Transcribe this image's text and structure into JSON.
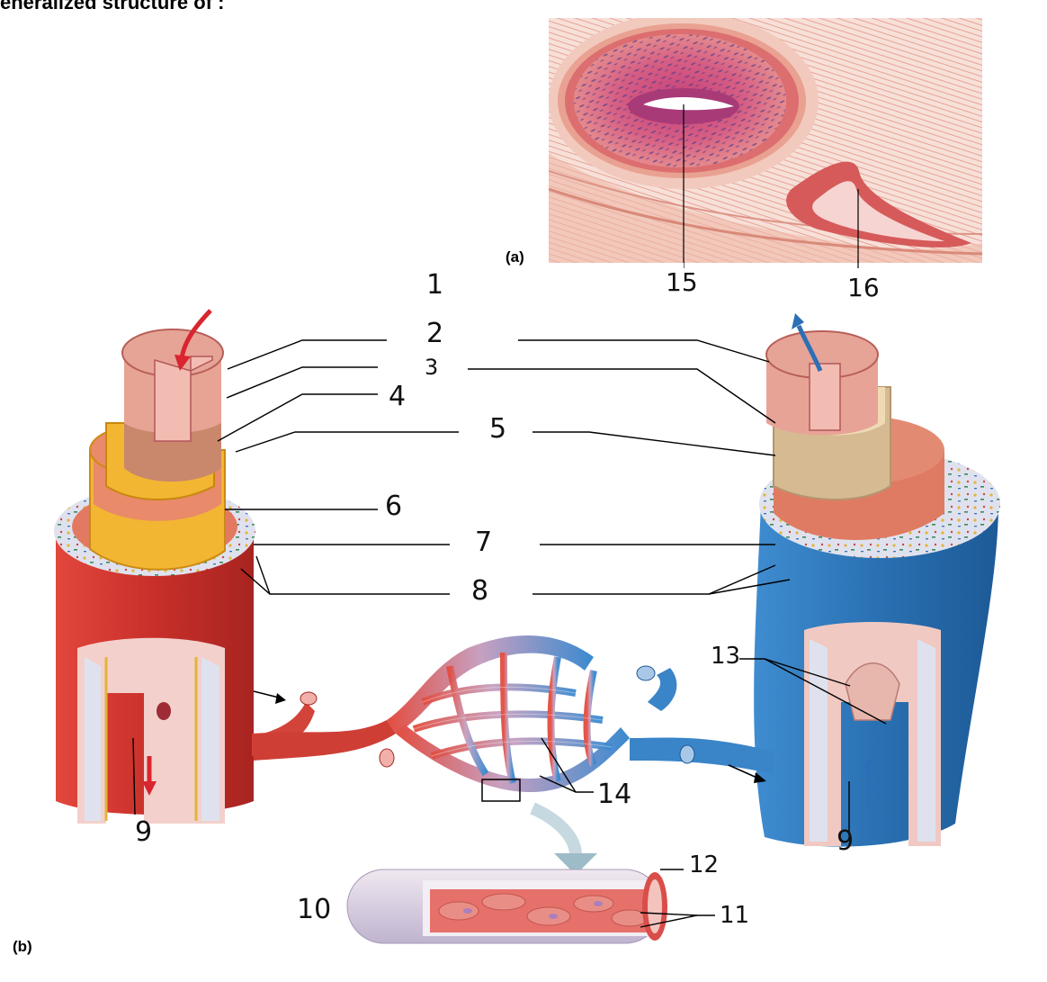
{
  "title": "eneralized structure of :",
  "panels": {
    "a": "(a)",
    "b": "(b)"
  },
  "labels": {
    "n1": "1",
    "n2": "2",
    "n3": "3",
    "n4": "4",
    "n5": "5",
    "n6": "6",
    "n7": "7",
    "n8": "8",
    "n9_left": "9",
    "n9_right": "9",
    "n10": "10",
    "n11": "11",
    "n12": "12",
    "n13": "13",
    "n14": "14",
    "n15": "15",
    "n16": "16"
  },
  "colors": {
    "artery": "#cf3a34",
    "vein": "#2f78b6",
    "intima": "#e8a39b",
    "elastic": "#f2b632",
    "media": "#e07b63",
    "adventitia": "#dfe2ee"
  }
}
